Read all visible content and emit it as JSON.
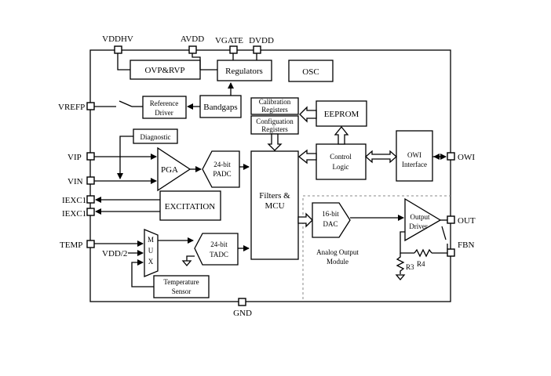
{
  "pins": {
    "vddhv": "VDDHV",
    "avdd": "AVDD",
    "vgate": "VGATE",
    "dvdd": "DVDD",
    "vrefp": "VREFP",
    "vip": "VIP",
    "vin": "VIN",
    "iexc1_a": "IEXC1",
    "iexc1_b": "IEXC1",
    "temp": "TEMP",
    "vdd2": "VDD/2",
    "gnd": "GND",
    "owi": "OWI",
    "out": "OUT",
    "fbn": "FBN"
  },
  "blocks": {
    "ovp": "OVP&RVP",
    "regulators": "Regulators",
    "osc": "OSC",
    "ref_driver": [
      "Reference",
      "Driver"
    ],
    "bandgaps": "Bandgaps",
    "cal_regs": [
      "Calibration",
      "Registers"
    ],
    "cfg_regs": [
      "Configuation",
      "Registers"
    ],
    "eeprom": "EEPROM",
    "diagnostic": "Diagnostic",
    "pga": "PGA",
    "padc": [
      "24-bit",
      "PADC"
    ],
    "filters_mcu": [
      "Filters &",
      "MCU"
    ],
    "control_logic": [
      "Control",
      "Logic"
    ],
    "owi_interface": [
      "OWI",
      "Interface"
    ],
    "excitation": "EXCITATION",
    "dac": [
      "16-bit",
      "DAC"
    ],
    "output_driver": [
      "Output",
      "Driver"
    ],
    "mux": [
      "M",
      "U",
      "X"
    ],
    "tadc": [
      "24-bit",
      "TADC"
    ],
    "temp_sensor": [
      "Temperature",
      "Sensor"
    ],
    "analog_output_module": [
      "Analog Output",
      "Module"
    ],
    "r3": "R3",
    "r4": "R4"
  }
}
